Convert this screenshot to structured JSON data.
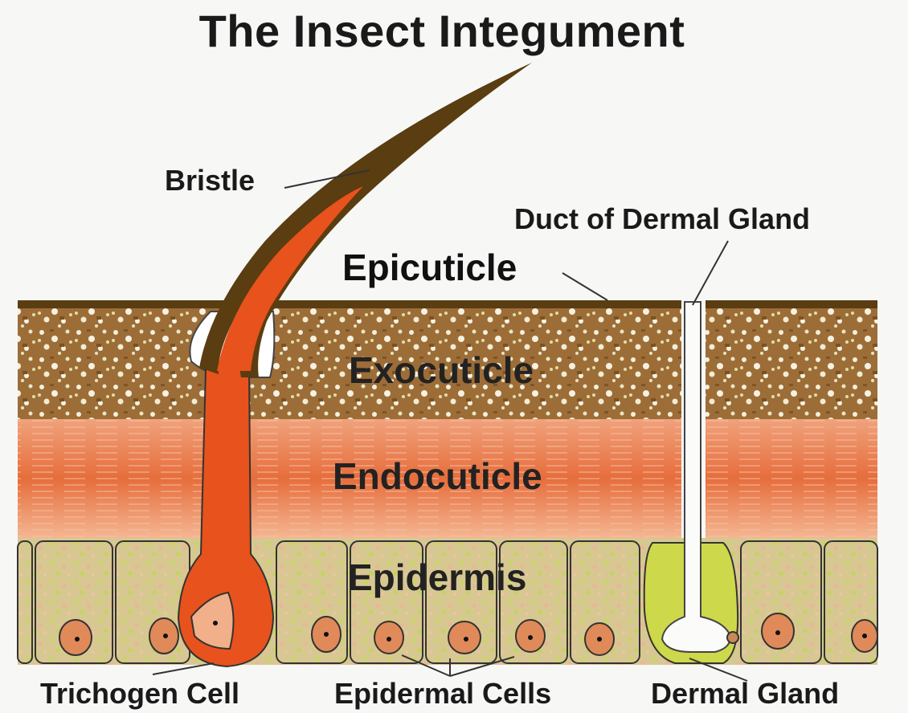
{
  "title": "The Insect Integument",
  "labels": {
    "bristle": "Bristle",
    "duct": "Duct of Dermal Gland",
    "epicuticle": "Epicuticle",
    "exocuticle": "Exocuticle",
    "endocuticle": "Endocuticle",
    "epidermis": "Epidermis",
    "trichogen_cell": "Trichogen Cell",
    "epidermal_cells": "Epidermal Cells",
    "dermal_gland": "Dermal Gland"
  },
  "colors": {
    "epicuticle": "#5a3d12",
    "exocuticle": "#9a6a34",
    "endocuticle": "#e8794a",
    "epidermis": "#c9c887",
    "bristle_outer": "#5a3d10",
    "bristle_inner": "#e8521c",
    "nucleus": "#e08a5a",
    "gland": "#cfd84a"
  }
}
